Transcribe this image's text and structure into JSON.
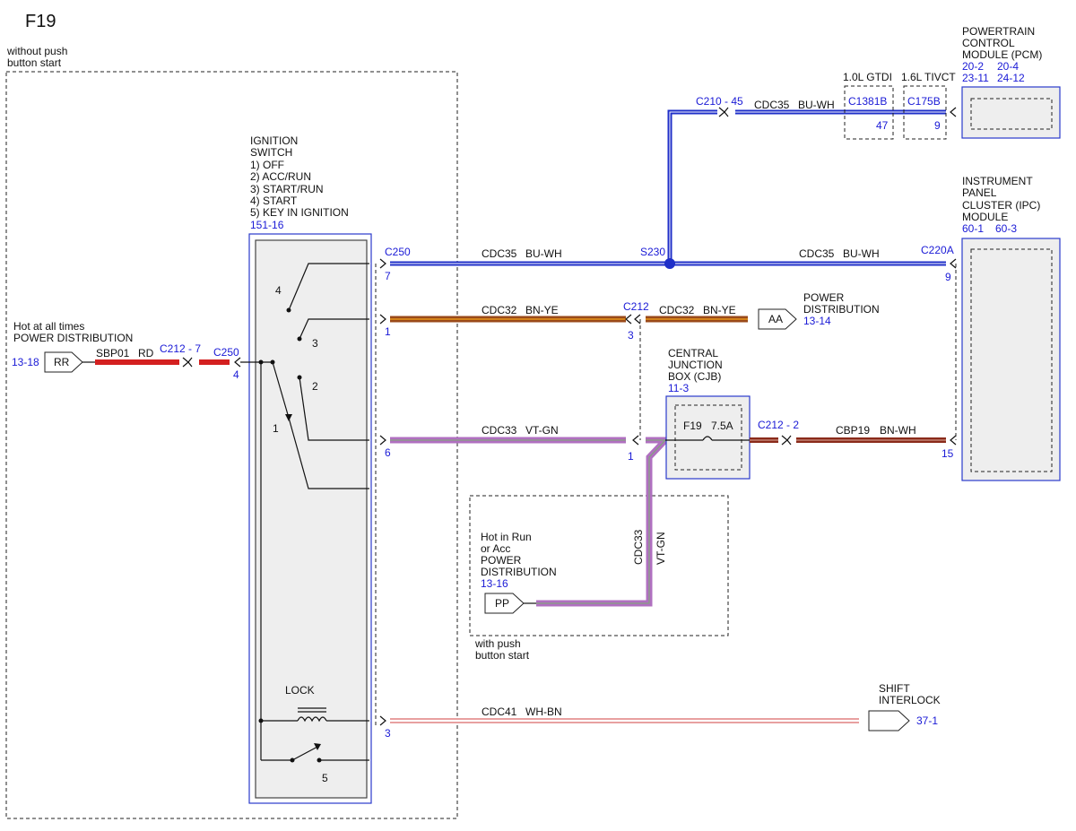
{
  "page_title": "F19",
  "regions": {
    "without_push_line1": "without push",
    "without_push_line2": "button start",
    "with_push_line1": "with push",
    "with_push_line2": "button start"
  },
  "ignition_switch": {
    "title_lines": [
      "IGNITION",
      "SWITCH",
      "1) OFF",
      "2) ACC/RUN",
      "3) START/RUN",
      "4) START",
      "5) KEY IN IGNITION"
    ],
    "ref": "151-16",
    "contacts": [
      "4",
      "3",
      "2",
      "1"
    ],
    "lock_label": "LOCK",
    "key_contact": "5"
  },
  "pcm": {
    "title_lines": [
      "POWERTRAIN",
      "CONTROL",
      "MODULE (PCM)"
    ],
    "refs": [
      "20-2",
      "20-4",
      "23-11",
      "24-12"
    ],
    "variant_a": "1.0L GTDI",
    "variant_b": "1.6L TIVCT",
    "connector_a": "C1381B",
    "connector_b": "C175B",
    "pin_a": "47",
    "pin_b": "9"
  },
  "ipc": {
    "title_lines": [
      "INSTRUMENT",
      "PANEL",
      "CLUSTER (IPC)",
      "MODULE"
    ],
    "refs": [
      "60-1",
      "60-3"
    ],
    "connector": "C220A",
    "pin_top": "9",
    "pin_bottom": "15"
  },
  "cjb": {
    "title_lines": [
      "CENTRAL",
      "JUNCTION",
      "BOX (CJB)"
    ],
    "ref": "11-3",
    "fuse": "F19",
    "rating": "7.5A"
  },
  "sources": {
    "rr": {
      "tag": "RR",
      "lines": [
        "Hot at all times",
        "POWER DISTRIBUTION"
      ],
      "ref": "13-18"
    },
    "aa": {
      "tag": "AA",
      "lines": [
        "POWER",
        "DISTRIBUTION"
      ],
      "ref": "13-14"
    },
    "pp": {
      "tag": "PP",
      "lines": [
        "Hot in Run",
        "or Acc",
        "POWER",
        "DISTRIBUTION"
      ],
      "ref": "13-16"
    },
    "shift": {
      "lines": [
        "SHIFT",
        "INTERLOCK"
      ],
      "ref": "37-1"
    }
  },
  "wires": {
    "sbp01": {
      "circuit": "SBP01",
      "color": "RD"
    },
    "cdc35": {
      "circuit": "CDC35",
      "color": "BU-WH"
    },
    "cdc32": {
      "circuit": "CDC32",
      "color": "BN-YE"
    },
    "cdc33": {
      "circuit": "CDC33",
      "color": "VT-GN"
    },
    "cbp19": {
      "circuit": "CBP19",
      "color": "BN-WH"
    },
    "cdc41": {
      "circuit": "CDC41",
      "color": "WH-BN"
    }
  },
  "connectors": {
    "c212_7": "C212 - 7",
    "c250": "C250",
    "c250_pin_4": "4",
    "c250_pin_7": "7",
    "c250_pin_1": "1",
    "c250_pin_6": "6",
    "c250_pin_3": "3",
    "c210_45": "C210 - 45",
    "s230": "S230",
    "c212": "C212",
    "c212_pin_3": "3",
    "c212_pin_1": "1",
    "c212_2": "C212 - 2"
  },
  "colors": {
    "label_blue": "#1a1ad6",
    "wire_blue": "#1f2fc8",
    "wire_red": "#d42020",
    "wire_brown": "#9a4a1a",
    "wire_orange": "#d4821a",
    "wire_violet": "#b070c0",
    "wire_green": "#7ab070",
    "wire_darkred": "#8a2a1a",
    "wire_pink": "#e8a0a0"
  }
}
